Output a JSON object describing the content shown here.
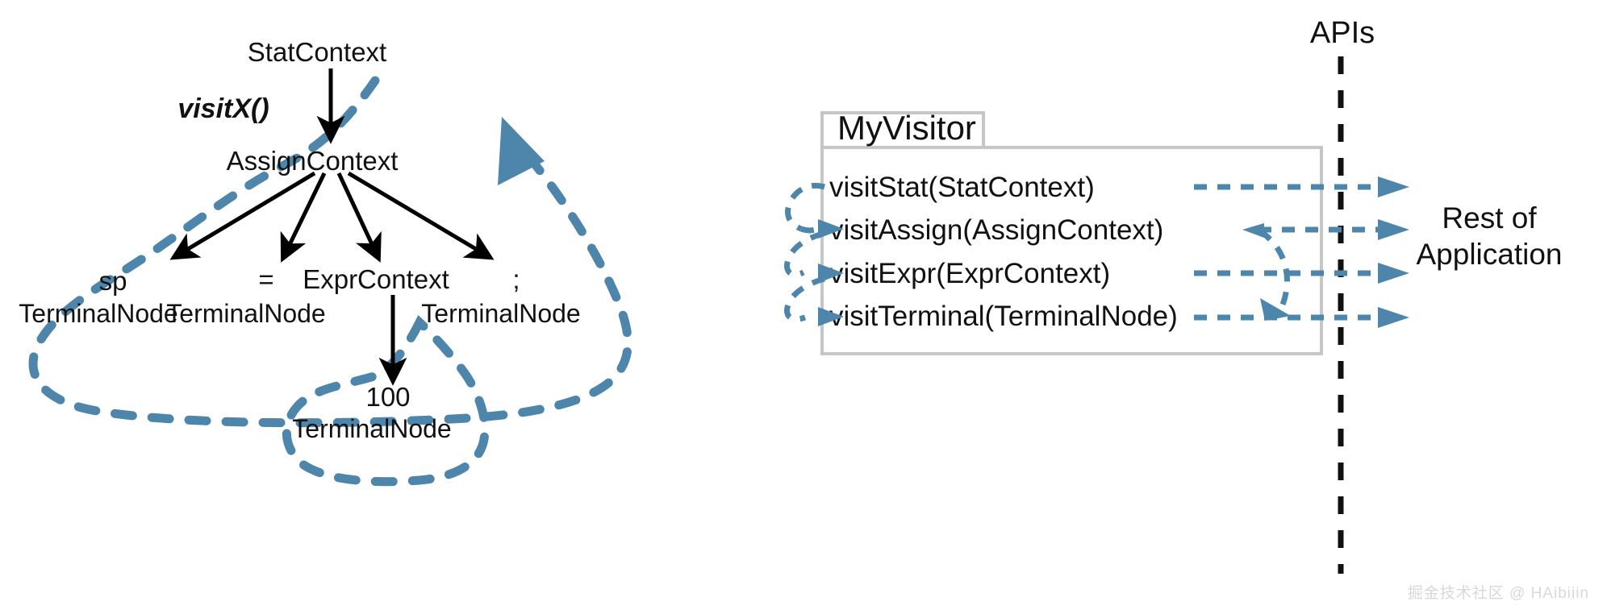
{
  "diagram": {
    "title_hidden": "ANTLR Visitor mechanism diagram",
    "background": "#ffffff",
    "accent_blue": "#4d85ab",
    "line_black": "#111111",
    "box_border": "#c6c6c6"
  },
  "parse_tree": {
    "label_visit": "visitX()",
    "root": {
      "name": "StatContext"
    },
    "level2": {
      "name": "AssignContext"
    },
    "leaves": [
      {
        "token": "sp",
        "type": "TerminalNode"
      },
      {
        "token": "=",
        "type": "TerminalNode"
      },
      {
        "token": "ExprContext",
        "type": ""
      },
      {
        "token": ";",
        "type": "TerminalNode"
      }
    ],
    "expr_child": {
      "token": "100",
      "type": "TerminalNode"
    }
  },
  "visitor": {
    "class_name": "MyVisitor",
    "methods": [
      {
        "label": "visitStat(StatContext)"
      },
      {
        "label": "visitAssign(AssignContext)"
      },
      {
        "label": "visitExpr(ExprContext)"
      },
      {
        "label": "visitTerminal(TerminalNode)"
      }
    ]
  },
  "boundary": {
    "label": "APIs"
  },
  "application": {
    "line1": "Rest of",
    "line2": "Application"
  },
  "watermark": {
    "text": "掘金技术社区 @ HAibiiin"
  }
}
